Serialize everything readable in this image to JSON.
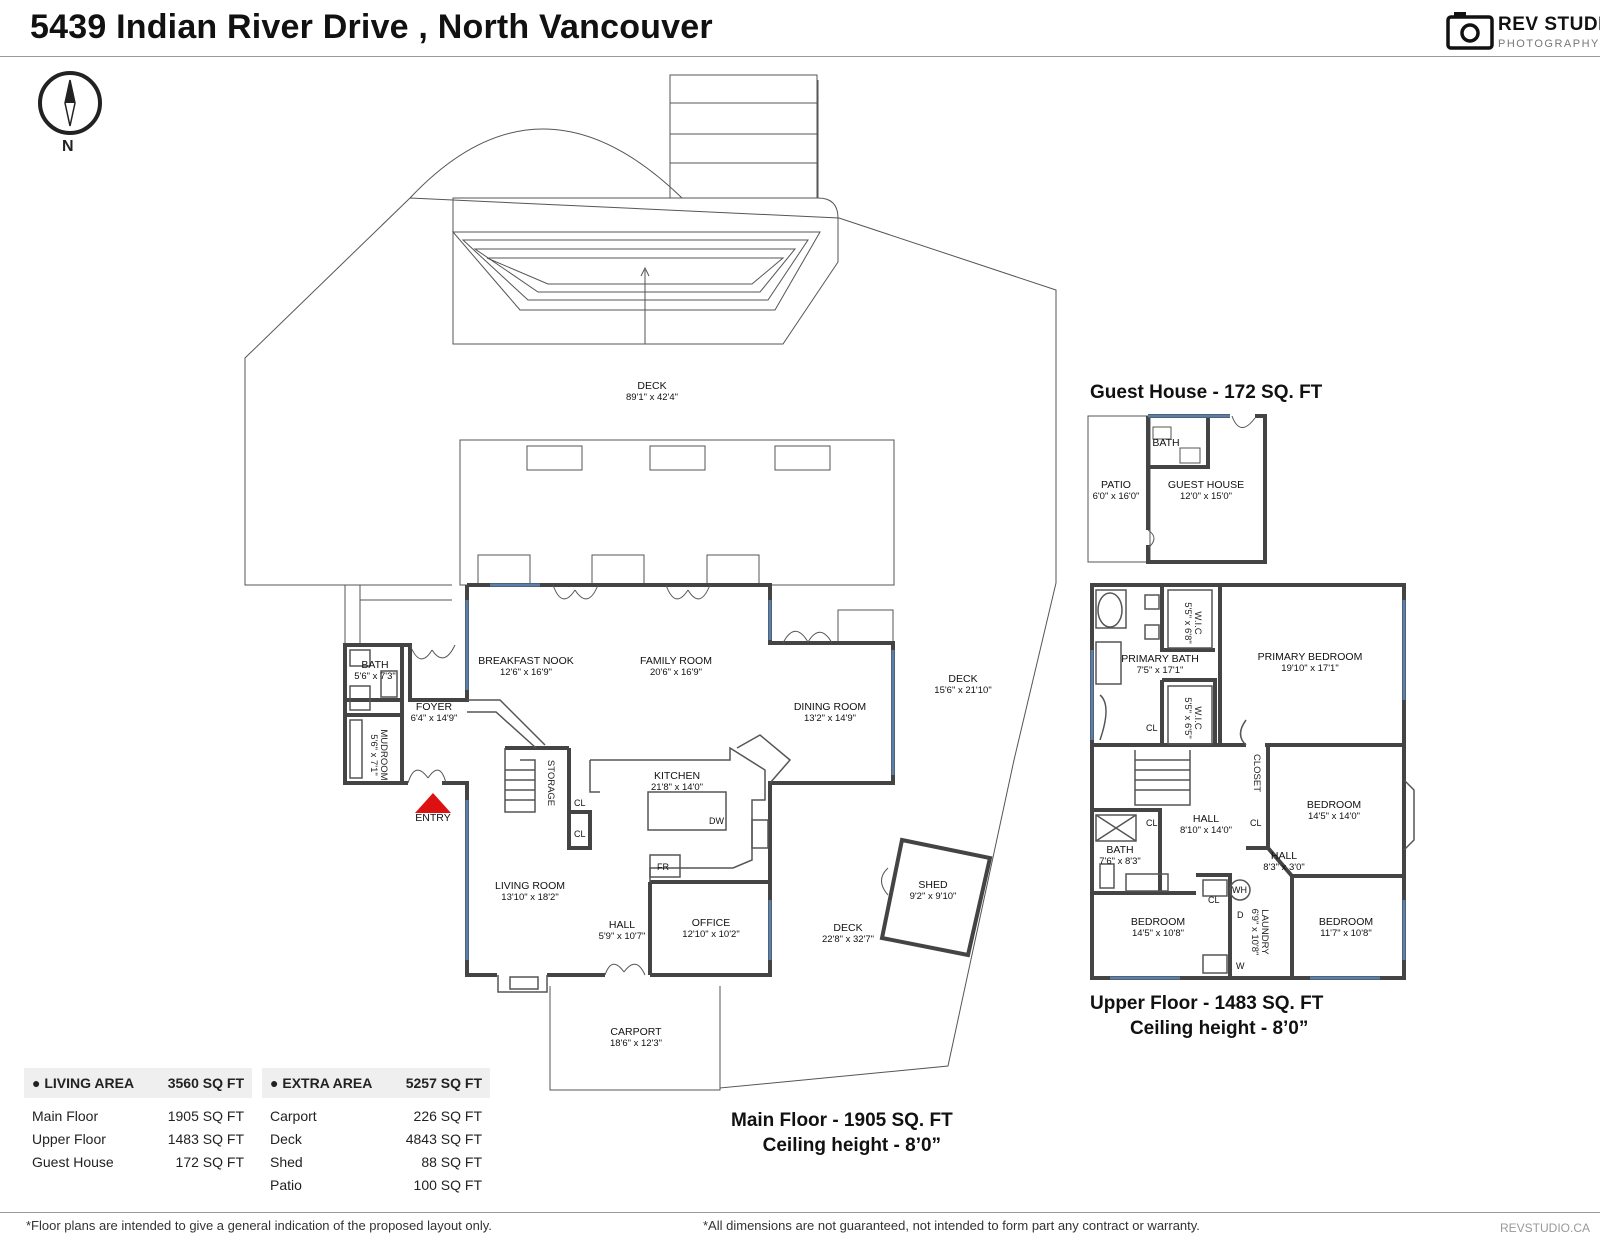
{
  "header": {
    "title": "5439 Indian River Drive , North Vancouver",
    "logo_brand": "REV STUDIO",
    "logo_sub": "PHOTOGRAPHY"
  },
  "compass": {
    "label": "N"
  },
  "entry_label": "ENTRY",
  "rooms_main": [
    {
      "id": "deck-main",
      "name": "DECK",
      "dims": "89'1\" x 42'4\""
    },
    {
      "id": "breakfast-nook",
      "name": "BREAKFAST NOOK",
      "dims": "12'6\" x 16'9\""
    },
    {
      "id": "family-room",
      "name": "FAMILY ROOM",
      "dims": "20'6\" x 16'9\""
    },
    {
      "id": "dining-room",
      "name": "DINING ROOM",
      "dims": "13'2\" x 14'9\""
    },
    {
      "id": "deck-east",
      "name": "DECK",
      "dims": "15'6\" x 21'10\""
    },
    {
      "id": "bath-main",
      "name": "BATH",
      "dims": "5'6\" x 7'3\""
    },
    {
      "id": "foyer",
      "name": "FOYER",
      "dims": "6'4\" x 14'9\""
    },
    {
      "id": "kitchen",
      "name": "KITCHEN",
      "dims": "21'8\" x 14'0\""
    },
    {
      "id": "living-room",
      "name": "LIVING ROOM",
      "dims": "13'10\" x 18'2\""
    },
    {
      "id": "hall-main",
      "name": "HALL",
      "dims": "5'9\" x 10'7\""
    },
    {
      "id": "office",
      "name": "OFFICE",
      "dims": "12'10\" x 10'2\""
    },
    {
      "id": "shed",
      "name": "SHED",
      "dims": "9'2\" x 9'10\""
    },
    {
      "id": "deck-south",
      "name": "DECK",
      "dims": "22'8\" x 32'7\""
    },
    {
      "id": "carport",
      "name": "CARPORT",
      "dims": "18'6\" x 12'3\""
    }
  ],
  "rooms_vertical": [
    {
      "id": "mudroom",
      "name": "MUDROOM",
      "dims": "5'6\" x 7'1\""
    },
    {
      "id": "storage",
      "name": "STORAGE",
      "dims": ""
    },
    {
      "id": "wic-1",
      "name": "W.I.C",
      "dims": "5'5\" x 6'8\""
    },
    {
      "id": "wic-2",
      "name": "W.I.C",
      "dims": "5'5\" x 6'5\""
    },
    {
      "id": "closet",
      "name": "CLOSET",
      "dims": ""
    },
    {
      "id": "laundry",
      "name": "LAUNDRY",
      "dims": "6'9\" x 10'8\""
    }
  ],
  "rooms_guest": [
    {
      "id": "patio",
      "name": "PATIO",
      "dims": "6'0\" x 16'0\""
    },
    {
      "id": "bath-guest",
      "name": "BATH",
      "dims": ""
    },
    {
      "id": "guest-house",
      "name": "GUEST HOUSE",
      "dims": "12'0\" x 15'0\""
    }
  ],
  "rooms_upper": [
    {
      "id": "primary-bath",
      "name": "PRIMARY BATH",
      "dims": "7'5\" x 17'1\""
    },
    {
      "id": "primary-bedroom",
      "name": "PRIMARY BEDROOM",
      "dims": "19'10\" x 17'1\""
    },
    {
      "id": "bedroom-1",
      "name": "BEDROOM",
      "dims": "14'5\" x 14'0\""
    },
    {
      "id": "hall-upper",
      "name": "HALL",
      "dims": "8'10\" x 14'0\""
    },
    {
      "id": "hall-upper-2",
      "name": "HALL",
      "dims": "8'3\" x 3'0\""
    },
    {
      "id": "bath-upper",
      "name": "BATH",
      "dims": "7'6\" x 8'3\""
    },
    {
      "id": "bedroom-2",
      "name": "BEDROOM",
      "dims": "14'5\" x 10'8\""
    },
    {
      "id": "bedroom-3",
      "name": "BEDROOM",
      "dims": "11'7\" x 10'8\""
    }
  ],
  "fixtures": {
    "cl": "CL",
    "dw": "DW",
    "fr": "FR",
    "wh": "WH",
    "d": "D",
    "w": "W"
  },
  "floor_labels": {
    "guest_house": "Guest House - 172 SQ. FT",
    "upper_line1": "Upper Floor - 1483 SQ. FT",
    "upper_line2": "Ceiling height - 8’0”",
    "main_line1": "Main Floor - 1905 SQ. FT",
    "main_line2": "Ceiling height - 8’0”"
  },
  "living_area": {
    "heading": "LIVING AREA",
    "total": "3560 SQ FT",
    "rows": [
      {
        "label": "Main Floor",
        "value": "1905 SQ FT"
      },
      {
        "label": "Upper Floor",
        "value": "1483 SQ FT"
      },
      {
        "label": "Guest House",
        "value": "172 SQ FT"
      }
    ]
  },
  "extra_area": {
    "heading": "EXTRA AREA",
    "total": "5257 SQ FT",
    "rows": [
      {
        "label": "Carport",
        "value": "226 SQ FT"
      },
      {
        "label": "Deck",
        "value": "4843 SQ FT"
      },
      {
        "label": "Shed",
        "value": "88 SQ FT"
      },
      {
        "label": "Patio",
        "value": "100 SQ FT"
      }
    ]
  },
  "footer": {
    "left": "*Floor plans are intended to give a general indication of the proposed layout only.",
    "center": "*All dimensions are not guaranteed, not intended to form part any contract or warranty.",
    "right": "REVSTUDIO.CA"
  },
  "colors": {
    "wall": "#444444",
    "window": "#5b7fa8",
    "entry_marker": "#dd1111"
  }
}
